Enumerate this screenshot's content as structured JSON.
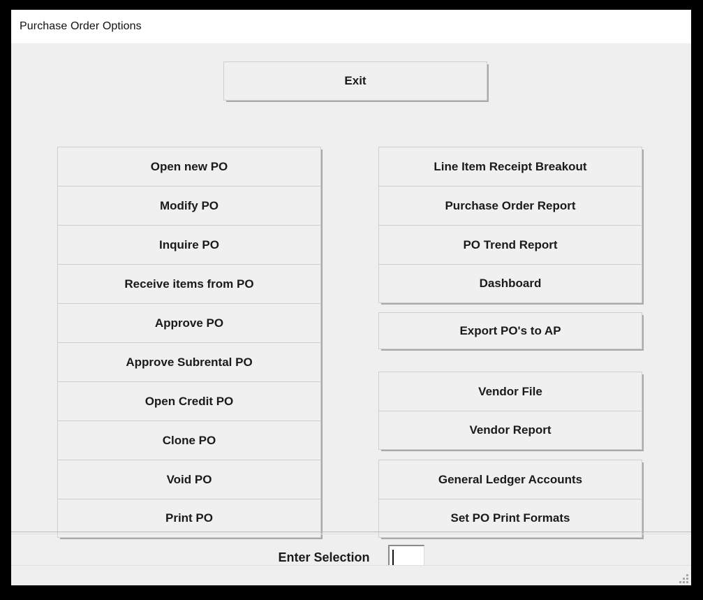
{
  "window": {
    "title": "Purchase Order Options"
  },
  "toolbar": {
    "exit_label": "Exit"
  },
  "left_column": {
    "buttons": [
      {
        "label": "Open new PO"
      },
      {
        "label": "Modify PO"
      },
      {
        "label": "Inquire PO"
      },
      {
        "label": "Receive items from PO"
      },
      {
        "label": "Approve PO"
      },
      {
        "label": "Approve Subrental PO"
      },
      {
        "label": "Open Credit PO"
      },
      {
        "label": "Clone PO"
      },
      {
        "label": "Void PO"
      },
      {
        "label": "Print PO"
      }
    ]
  },
  "right_column": {
    "groups": [
      {
        "name": "reports",
        "buttons": [
          {
            "label": "Line Item Receipt Breakout"
          },
          {
            "label": "Purchase Order Report"
          },
          {
            "label": "PO Trend Report"
          },
          {
            "label": "Dashboard"
          }
        ]
      },
      {
        "name": "export",
        "buttons": [
          {
            "label": "Export PO's to AP"
          }
        ]
      },
      {
        "name": "vendor",
        "buttons": [
          {
            "label": "Vendor File"
          },
          {
            "label": "Vendor Report"
          }
        ]
      },
      {
        "name": "setup",
        "buttons": [
          {
            "label": "General Ledger Accounts"
          },
          {
            "label": "Set PO Print Formats"
          }
        ]
      }
    ]
  },
  "footer": {
    "selection_label": "Enter Selection",
    "selection_value": "",
    "selection_placeholder": ""
  },
  "colors": {
    "window_background": "#f0eff0",
    "titlebar_background": "#ffffff",
    "button_face": "#f1f0f1",
    "button_border": "#cfcfcf",
    "button_shadow": "#a9a9a9",
    "text": "#1a1a1a",
    "frame": "#000000"
  }
}
